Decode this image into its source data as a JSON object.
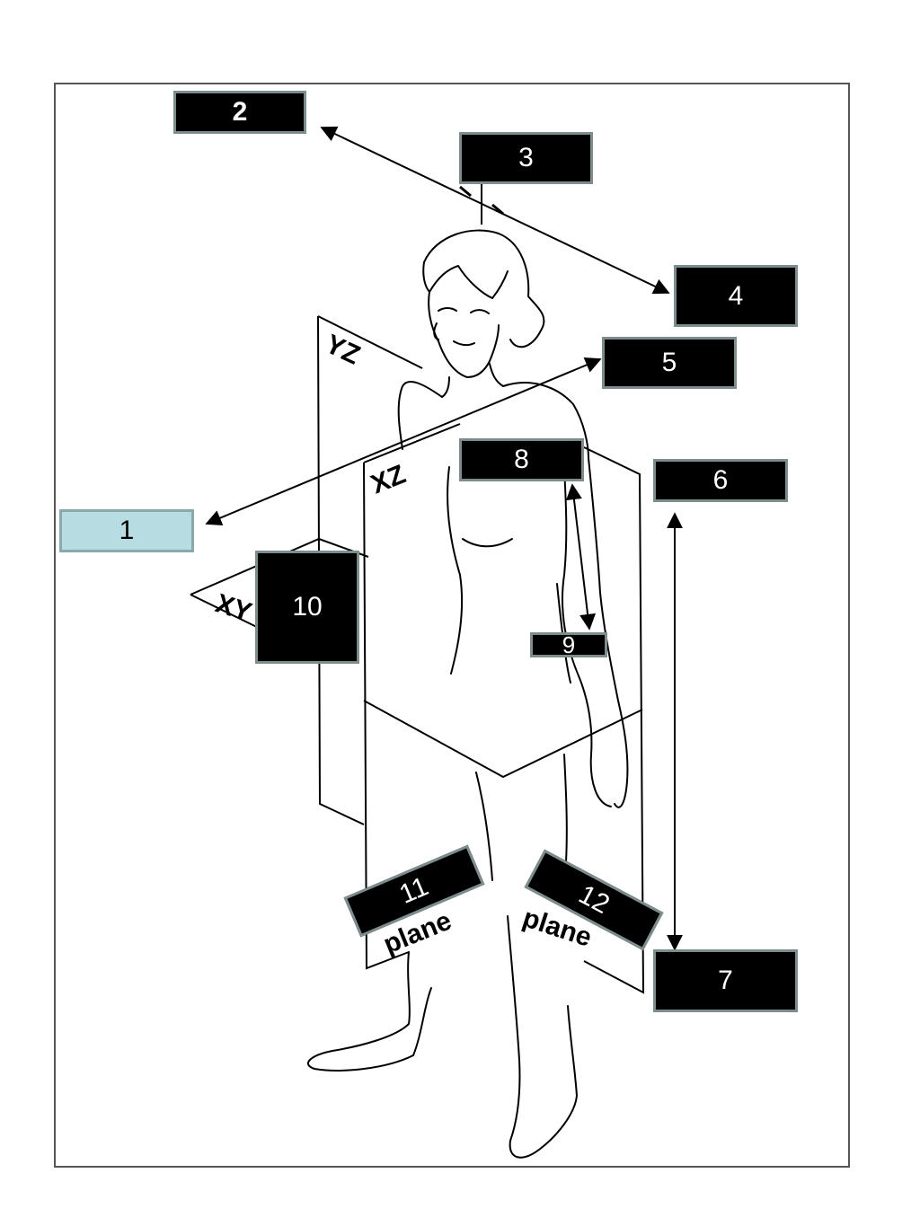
{
  "labels": {
    "l1": "1",
    "l2": "2",
    "l3": "3",
    "l4": "4",
    "l5": "5",
    "l6": "6",
    "l7": "7",
    "l8": "8",
    "l9": "9",
    "l10": "10",
    "l11": "11",
    "l12": "12"
  },
  "planes": {
    "yz": "YZ",
    "xz": "XZ",
    "xy": "XY",
    "plane_left": "plane",
    "plane_right": "plane"
  },
  "colors": {
    "label_fill": "#000000",
    "label_border": "#7f8c8d",
    "highlight_fill": "#b7dde2"
  }
}
